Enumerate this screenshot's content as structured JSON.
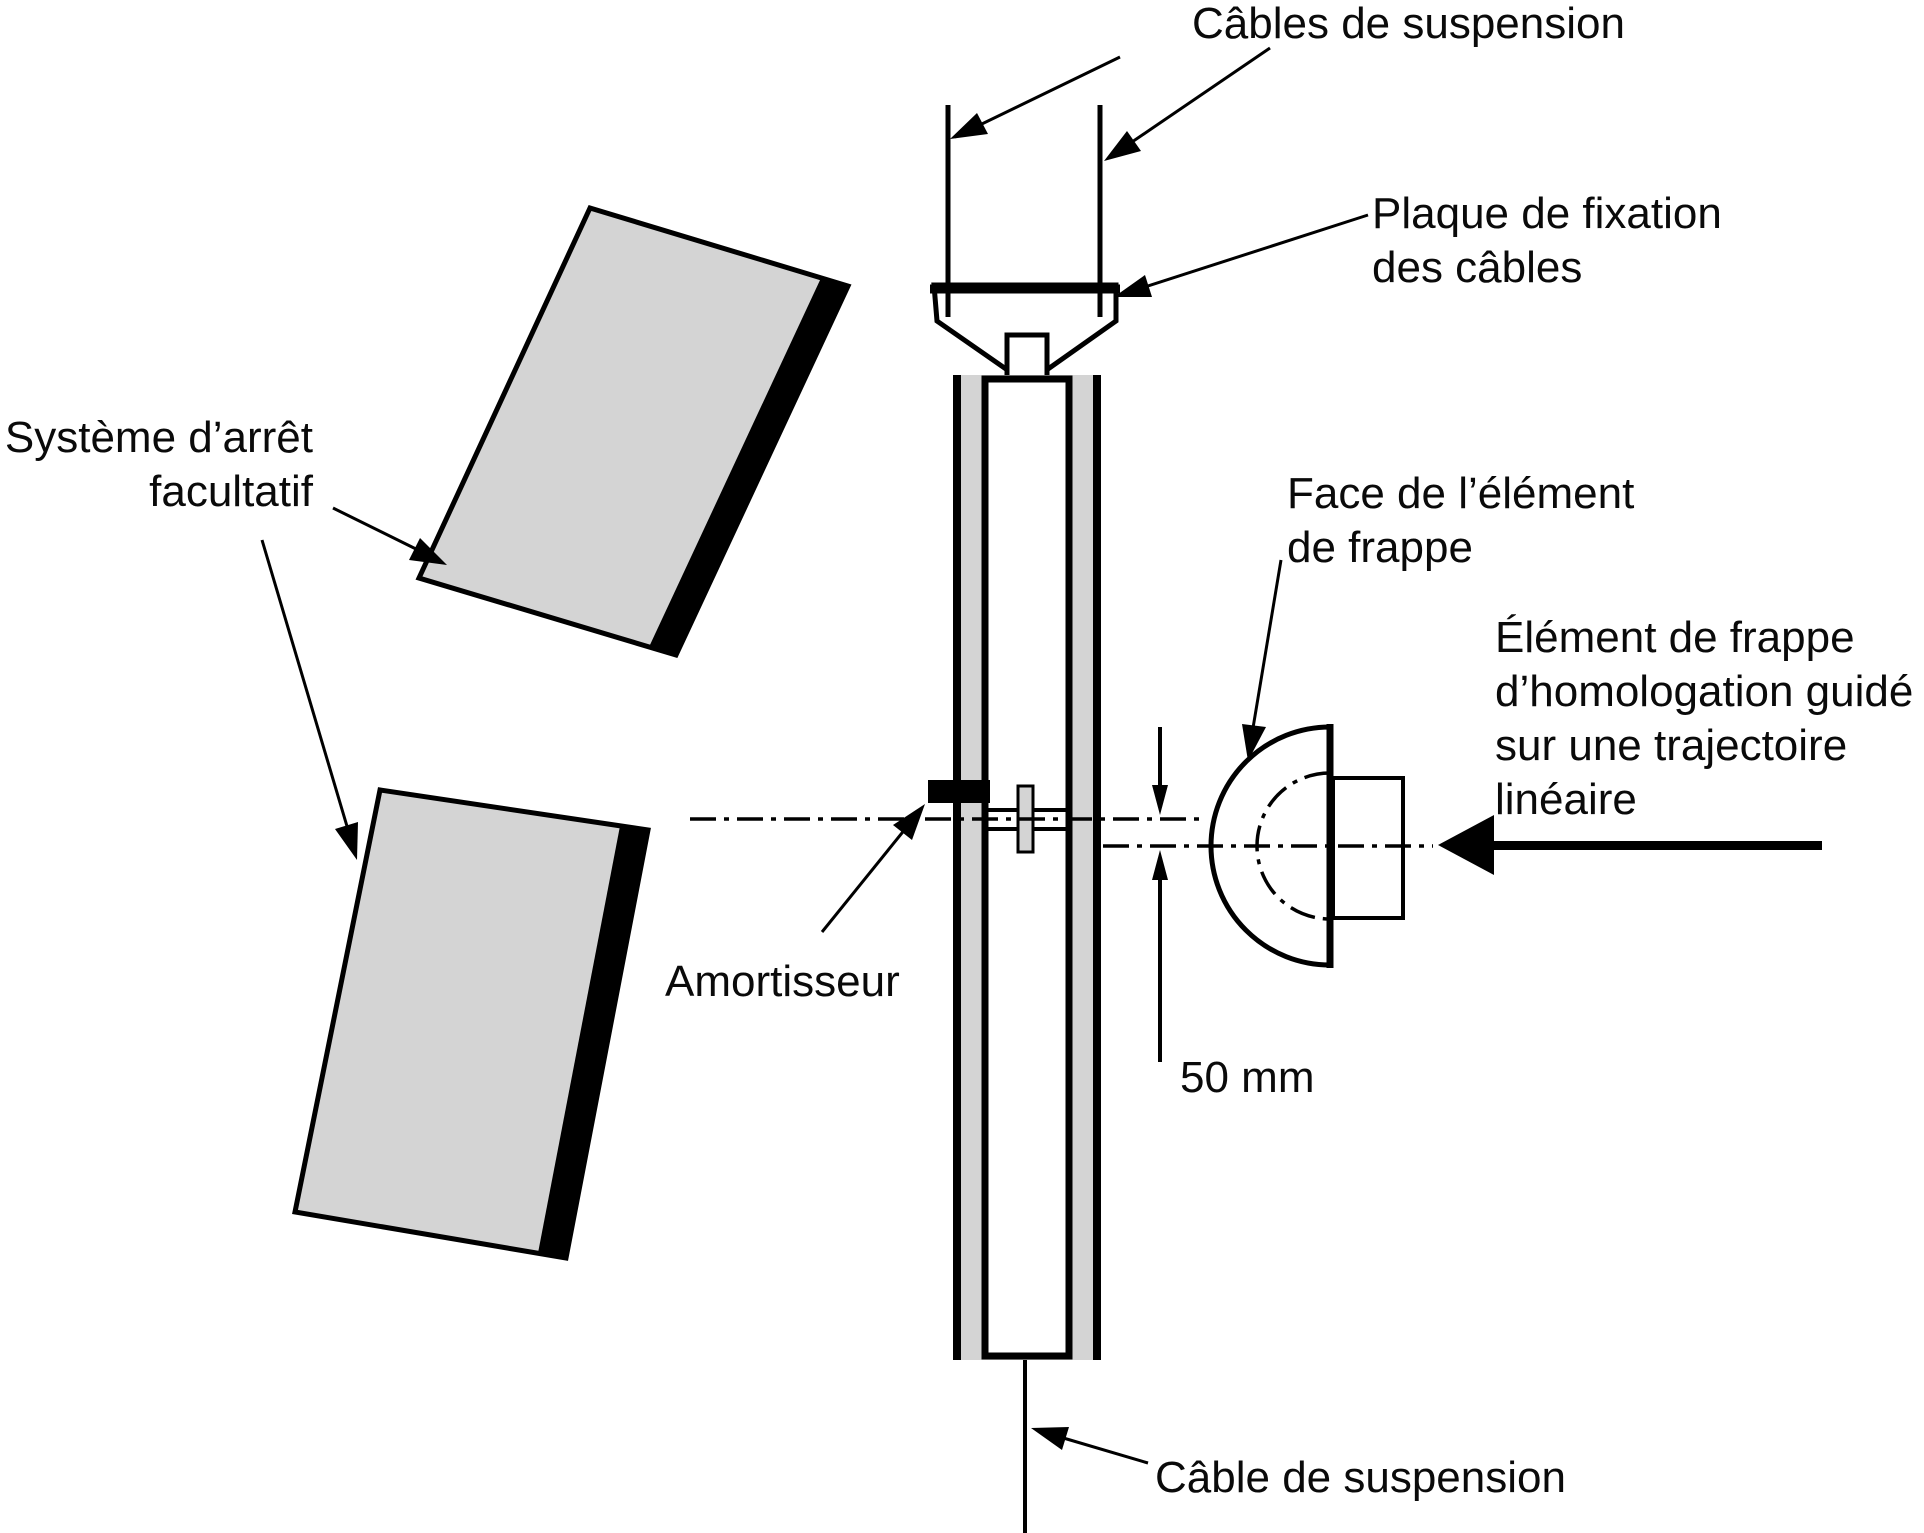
{
  "diagram": {
    "background": "#ffffff",
    "colors": {
      "plate_gray": "#d4d4d4",
      "ink": "#000000"
    },
    "labels": {
      "cables_top": "Câbles de suspension",
      "plaque_line1": "Plaque de fixation",
      "plaque_line2": "des câbles",
      "systeme_line1": "Système d’arrêt",
      "systeme_line2": "facultatif",
      "face_line1": "Face de l’élément",
      "face_line2": "de frappe",
      "element_line1": "Élément de frappe",
      "element_line2": "d’homologation guidé",
      "element_line3": "sur une trajectoire",
      "element_line4": "linéaire",
      "amortisseur": "Amortisseur",
      "dim_50mm": "50 mm",
      "cable_bottom": "Câble de suspension"
    }
  }
}
